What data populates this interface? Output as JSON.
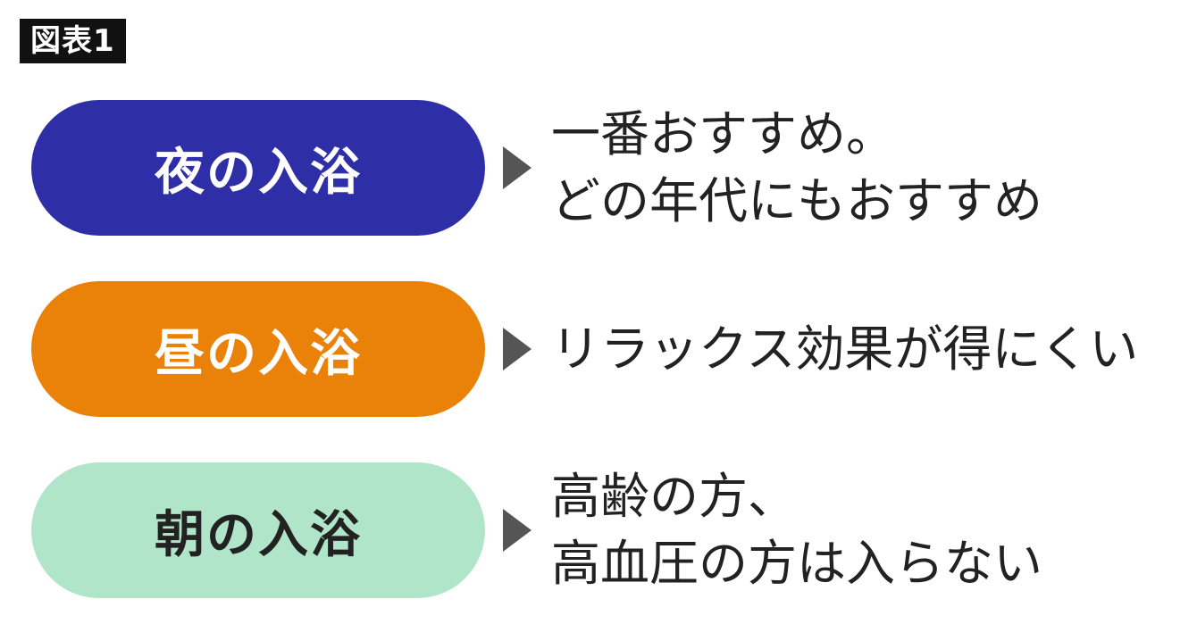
{
  "figure_label": "図表1",
  "colors": {
    "night": "#2e2fa6",
    "noon": "#ea820a",
    "morning": "#b1e5c9",
    "arrow": "#555555",
    "text": "#222222"
  },
  "rows": [
    {
      "label": "夜の入浴",
      "lines": [
        "一番おすすめ。",
        "どの年代にもおすすめ"
      ]
    },
    {
      "label": "昼の入浴",
      "lines": [
        "リラックス効果が得にくい"
      ]
    },
    {
      "label": "朝の入浴",
      "lines": [
        "高齢の方、",
        "高血圧の方は入らない"
      ]
    }
  ]
}
